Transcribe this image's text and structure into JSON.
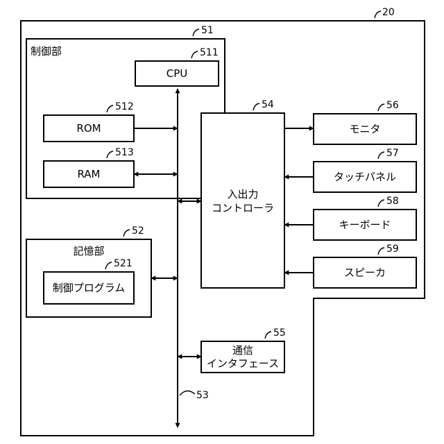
{
  "colors": {
    "stroke": "#000000",
    "background": "#ffffff"
  },
  "device": {
    "ref": "20"
  },
  "control_unit": {
    "label": "制御部",
    "ref": "51"
  },
  "cpu": {
    "label": "CPU",
    "ref": "511"
  },
  "rom": {
    "label": "ROM",
    "ref": "512"
  },
  "ram": {
    "label": "RAM",
    "ref": "513"
  },
  "storage": {
    "label": "記憶部",
    "ref": "52"
  },
  "control_program": {
    "label": "制御プログラム",
    "ref": "521"
  },
  "bus": {
    "ref": "53"
  },
  "io_controller": {
    "label_line1": "入出力",
    "label_line2": "コントローラ",
    "ref": "54"
  },
  "communication_interface": {
    "label_line1": "通信",
    "label_line2": "インタフェース",
    "ref": "55"
  },
  "monitor": {
    "label": "モニタ",
    "ref": "56"
  },
  "touch_panel": {
    "label": "タッチパネル",
    "ref": "57"
  },
  "keyboard": {
    "label": "キーボード",
    "ref": "58"
  },
  "speaker": {
    "label": "スピーカ",
    "ref": "59"
  }
}
